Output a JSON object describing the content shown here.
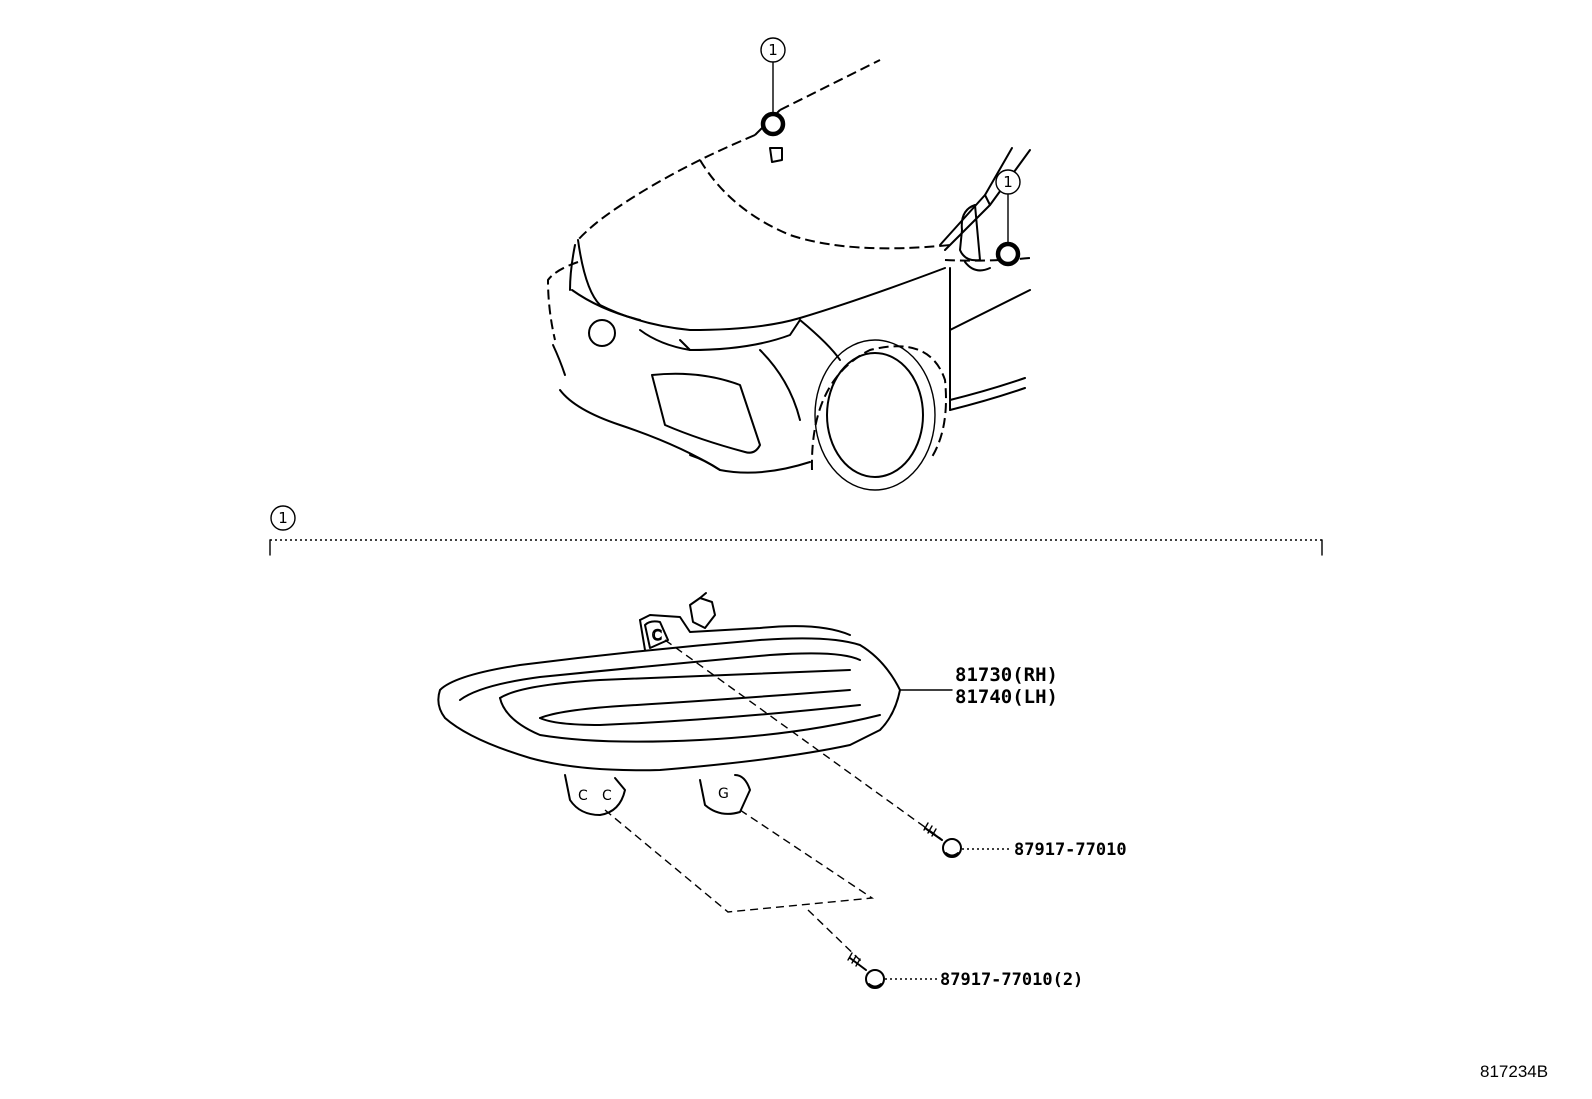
{
  "callouts": {
    "top": "1",
    "side": "1",
    "section": "1"
  },
  "parts": {
    "lamp_rh": "81730(RH)",
    "lamp_lh": "81740(LH)",
    "screw_upper": "87917-77010",
    "screw_lower": "87917-77010(2)"
  },
  "reference": "817234B"
}
